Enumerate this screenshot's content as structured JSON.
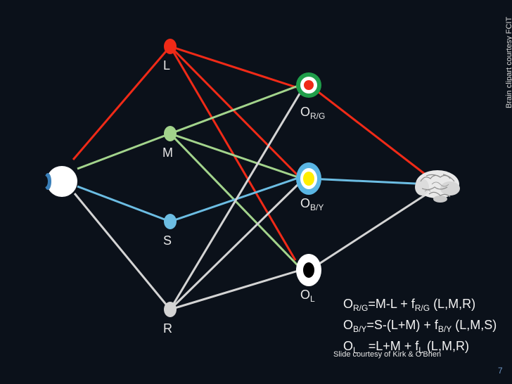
{
  "inputs": {
    "L": "L",
    "M": "M",
    "S": "S",
    "R": "R"
  },
  "outputs": {
    "rg": {
      "main": "O",
      "sub": "R/G"
    },
    "by": {
      "main": "O",
      "sub": "B/Y"
    },
    "l": {
      "main": "O",
      "sub": "L"
    }
  },
  "equations": {
    "rg": {
      "lhs_main": "O",
      "lhs_sub": "R/G",
      "mid": "=M-L + f",
      "f_sub": "R/G",
      "args": " (L,M,R)"
    },
    "by": {
      "lhs_main": "O",
      "lhs_sub": "B/Y",
      "mid": "=S-(L+M) + f",
      "f_sub": "B/Y",
      "args": " (L,M,S)"
    },
    "l": {
      "lhs_main": "O",
      "lhs_sub": "L",
      "mid": "   =L+M + f",
      "f_sub": "L",
      "args": " (L,M,R)"
    }
  },
  "credits": {
    "slide": "Slide courtesy of Kirk & O'Brien",
    "brain": "Brain clipart courtesy FCIT"
  },
  "page_number": "7",
  "colors": {
    "background": "#0b111a",
    "red": "#f02a17",
    "green": "#a3d48c",
    "blue": "#6cbde3",
    "gray": "#d4d4d4",
    "ring_green": "#1f9e4a",
    "ring_blue": "#5ab6e4",
    "yellow": "#ffee00"
  },
  "icons": {
    "eye": "eye-icon",
    "brain": "brain-icon"
  }
}
